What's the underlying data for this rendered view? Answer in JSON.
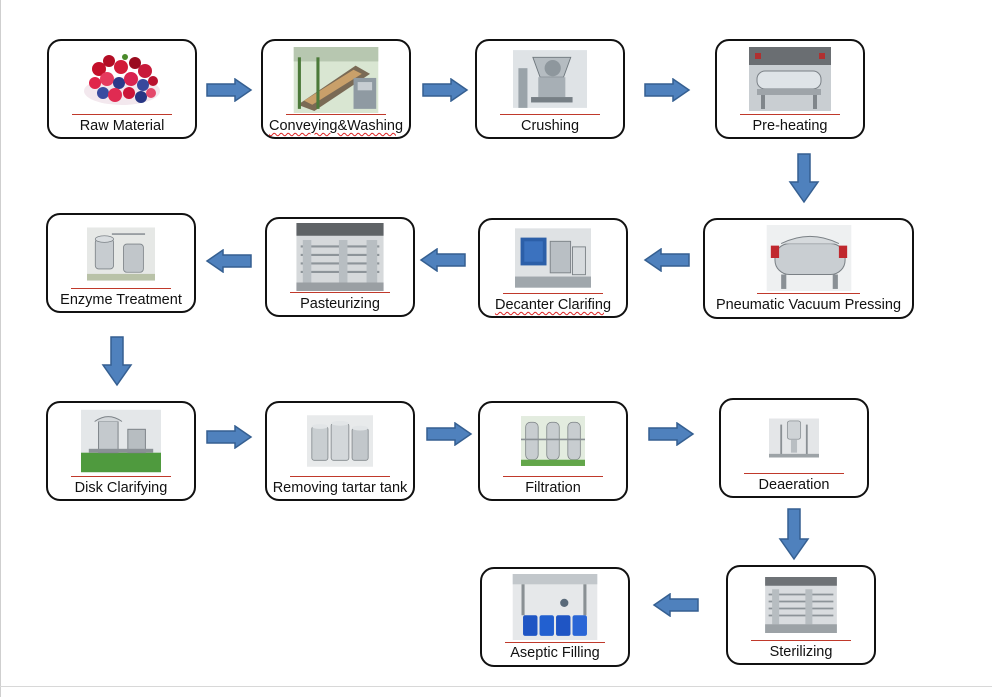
{
  "colors": {
    "arrow_fill": "#4f81bd",
    "arrow_stroke": "#355f91",
    "box_border": "#111111",
    "underline": "#c0392b"
  },
  "steps": [
    {
      "label": "Raw Material",
      "icon": "berries-image"
    },
    {
      "label": "Conveying&Washing",
      "icon": "washing-conveyor-image"
    },
    {
      "label": "Crushing",
      "icon": "crusher-machine-image"
    },
    {
      "label": "Pre-heating",
      "icon": "preheater-machine-image"
    },
    {
      "label": "Pneumatic Vacuum Pressing",
      "icon": "vacuum-press-image"
    },
    {
      "label": "Decanter Clarifing",
      "icon": "decanter-image"
    },
    {
      "label": "Pasteurizing",
      "icon": "pasteurizer-image"
    },
    {
      "label": "Enzyme Treatment",
      "icon": "enzyme-tank-image"
    },
    {
      "label": "Disk Clarifying",
      "icon": "disk-separator-image"
    },
    {
      "label": "Removing tartar tank",
      "icon": "tartar-tank-image"
    },
    {
      "label": "Filtration",
      "icon": "filter-housings-image"
    },
    {
      "label": "Deaeration",
      "icon": "deaerator-image"
    },
    {
      "label": "Sterilizing",
      "icon": "sterilizer-image"
    },
    {
      "label": "Aseptic Filling",
      "icon": "aseptic-filling-image"
    }
  ]
}
